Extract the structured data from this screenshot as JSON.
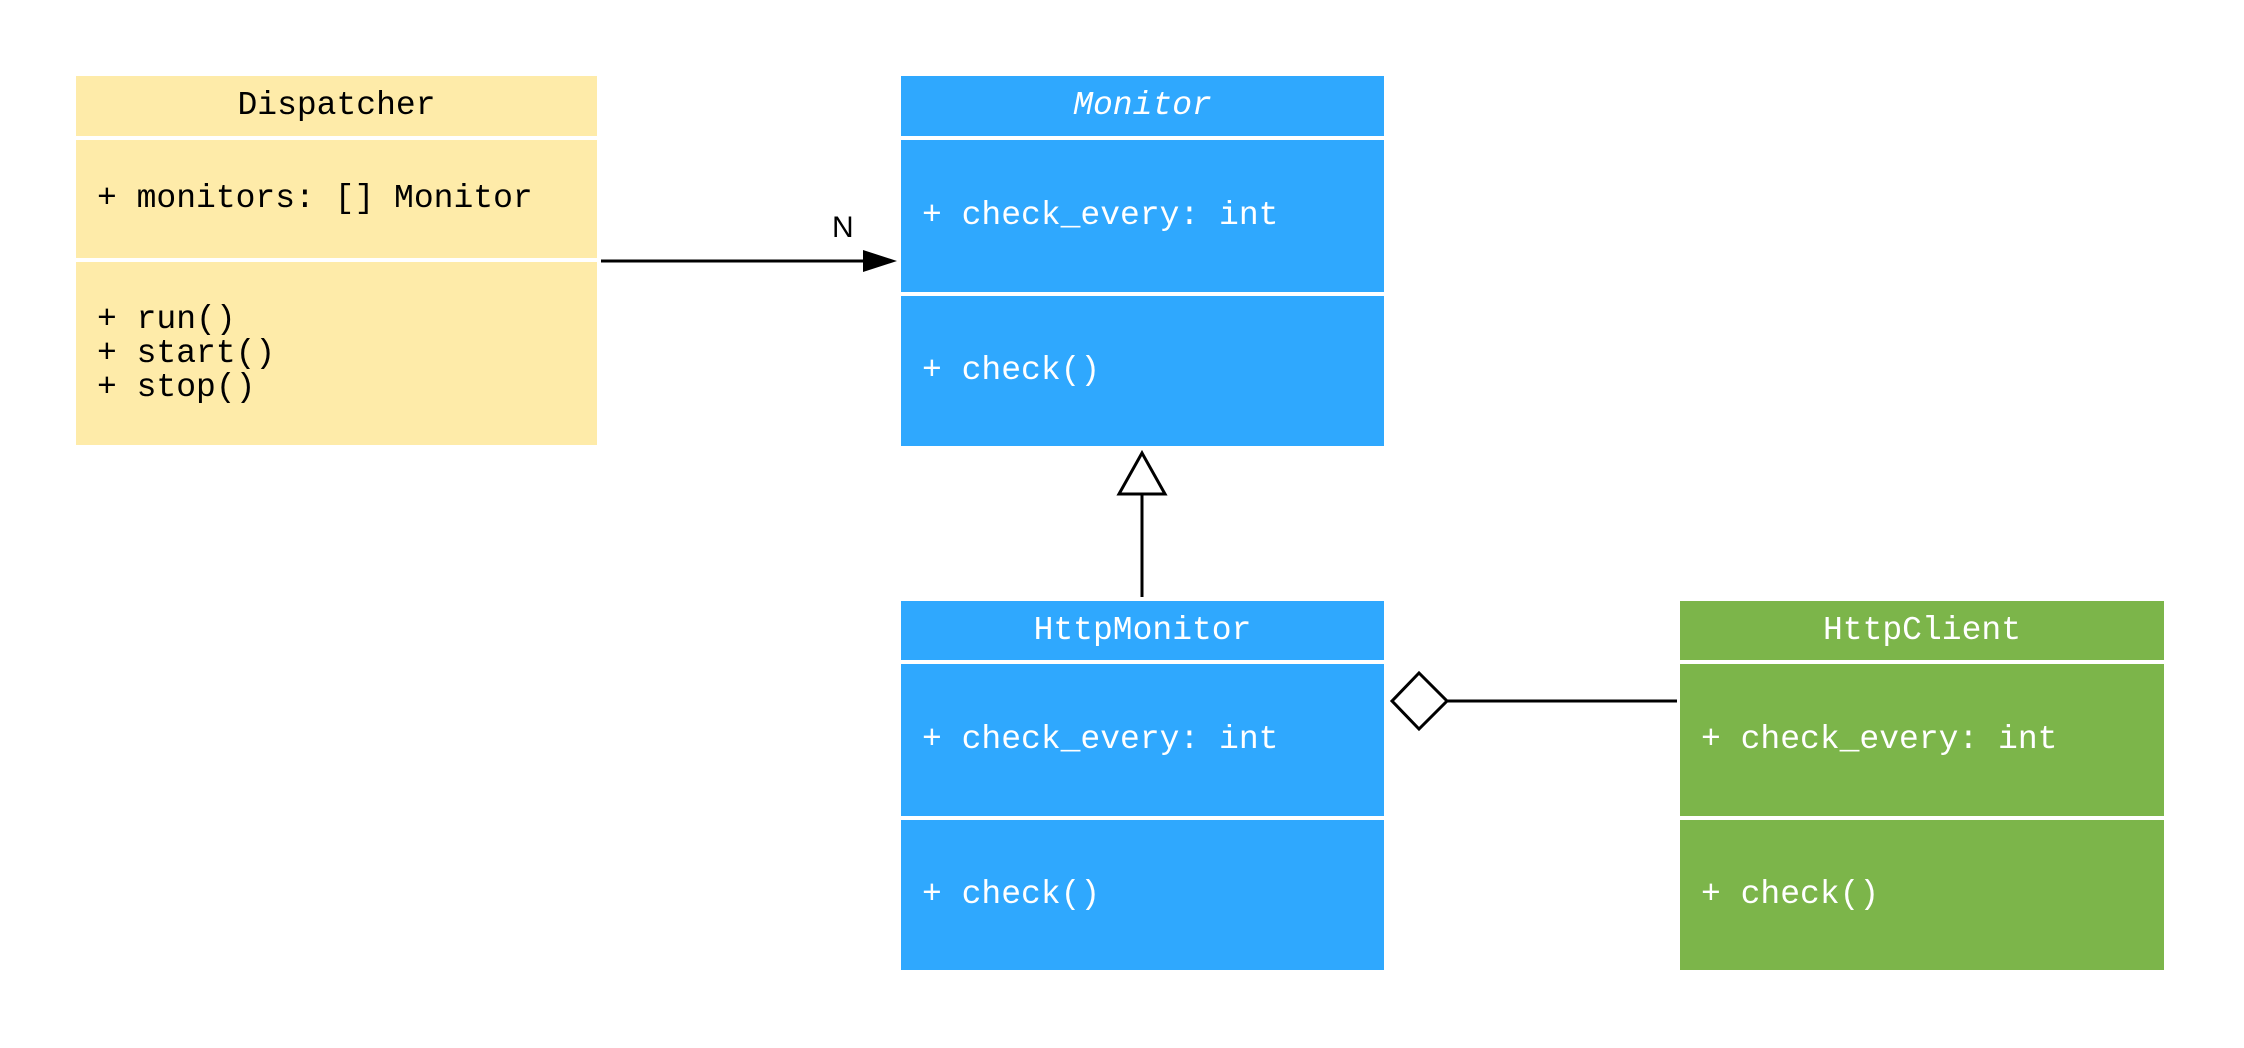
{
  "classes": {
    "dispatcher": {
      "name": "Dispatcher",
      "attributes": [
        "+ monitors: [] Monitor"
      ],
      "methods": [
        "+ run()",
        "+ start()",
        "+ stop()"
      ],
      "color": "#feeba9"
    },
    "monitor": {
      "name": "Monitor",
      "abstract": true,
      "attributes": [
        "+ check_every: int"
      ],
      "methods": [
        "+ check()"
      ],
      "color": "#2fa8fe"
    },
    "http_monitor": {
      "name": "HttpMonitor",
      "attributes": [
        "+ check_every: int"
      ],
      "methods": [
        "+ check()"
      ],
      "color": "#2fa8fe"
    },
    "http_client": {
      "name": "HttpClient",
      "attributes": [
        "+ check_every: int"
      ],
      "methods": [
        "+ check()"
      ],
      "color": "#7cb54a"
    }
  },
  "relations": [
    {
      "from": "Dispatcher",
      "to": "Monitor",
      "type": "association",
      "multiplicity": "N"
    },
    {
      "from": "HttpMonitor",
      "to": "Monitor",
      "type": "generalization"
    },
    {
      "from": "HttpClient",
      "to": "HttpMonitor",
      "type": "aggregation"
    }
  ]
}
